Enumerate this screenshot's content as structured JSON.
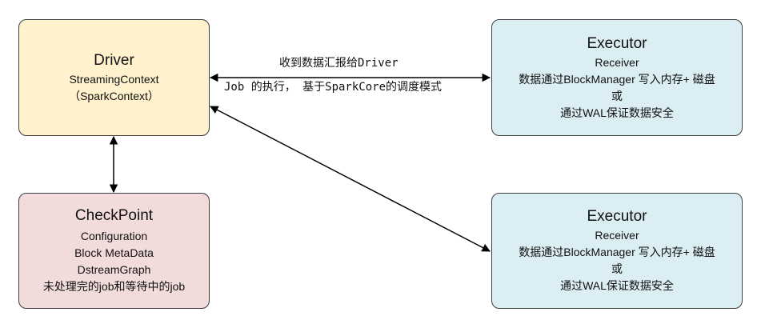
{
  "driver": {
    "title": "Driver",
    "lines": [
      "StreamingContext",
      "（SparkContext）"
    ],
    "fill": "#fff2cc"
  },
  "checkpoint": {
    "title": "CheckPoint",
    "lines": [
      "Configuration",
      "Block MetaData",
      "DstreamGraph",
      "未处理完的job和等待中的job"
    ],
    "fill": "#f2dcdb"
  },
  "executor_top": {
    "title": "Executor",
    "lines": [
      "Receiver",
      "数据通过BlockManager 写入内存+ 磁盘",
      "或",
      "通过WAL保证数据安全"
    ],
    "fill": "#daeef3"
  },
  "executor_bottom": {
    "title": "Executor",
    "lines": [
      "Receiver",
      "数据通过BlockManager 写入内存+ 磁盘",
      "或",
      "通过WAL保证数据安全"
    ],
    "fill": "#daeef3"
  },
  "edges": {
    "driver_executor_top_label": "收到数据汇报给Driver",
    "driver_executor_top_sublabel": "Job 的执行， 基于SparkCore的调度模式"
  }
}
